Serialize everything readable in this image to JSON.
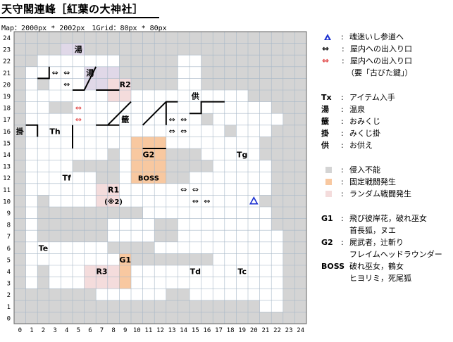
{
  "title": "天守閣連峰［紅葉の大神社］",
  "subtitle": "Map：2000px * 2002px　1Grid：80px * 80px",
  "grid": {
    "cols": 25,
    "rows": 25
  },
  "axis": {
    "y_labels": [
      "24",
      "23",
      "22",
      "21",
      "20",
      "19",
      "18",
      "17",
      "16",
      "15",
      "14",
      "13",
      "12",
      "11",
      "10",
      "9",
      "8",
      "7",
      "6",
      "5",
      "4",
      "3",
      "2",
      "1",
      "0"
    ],
    "x_labels": [
      "0",
      "1",
      "2",
      "3",
      "4",
      "5",
      "6",
      "7",
      "8",
      "9",
      "10",
      "11",
      "12",
      "13",
      "14",
      "15",
      "16",
      "17",
      "18",
      "19",
      "20",
      "21",
      "22",
      "23",
      "24"
    ]
  },
  "map_labels": [
    {
      "text": "湯",
      "col": 5,
      "row": 23
    },
    {
      "text": "湯",
      "col": 6,
      "row": 21
    },
    {
      "text": "R2",
      "col": 9,
      "row": 20
    },
    {
      "text": "供",
      "col": 15,
      "row": 19
    },
    {
      "text": "籤",
      "col": 9,
      "row": 17
    },
    {
      "text": "掛",
      "col": 0,
      "row": 16
    },
    {
      "text": "Th",
      "col": 3,
      "row": 16
    },
    {
      "text": "G2",
      "col": 11,
      "row": 14
    },
    {
      "text": "Tg",
      "col": 19,
      "row": 14
    },
    {
      "text": "Tf",
      "col": 4,
      "row": 12
    },
    {
      "text": "BOSS",
      "col": 11,
      "row": 12
    },
    {
      "text": "R1",
      "col": 8,
      "row": 11
    },
    {
      "text": "(※2)",
      "col": 8,
      "row": 10
    },
    {
      "text": "Te",
      "col": 2,
      "row": 6
    },
    {
      "text": "G1",
      "col": 9,
      "row": 5
    },
    {
      "text": "R3",
      "col": 7,
      "row": 4
    },
    {
      "text": "Td",
      "col": 15,
      "row": 4
    },
    {
      "text": "Tc",
      "col": 19,
      "row": 4
    }
  ],
  "map_marks": [
    {
      "type": "door-black",
      "col": 3,
      "row": 21
    },
    {
      "type": "door-black",
      "col": 4,
      "row": 21
    },
    {
      "type": "door-black",
      "col": 4,
      "row": 20
    },
    {
      "type": "door-red",
      "col": 5,
      "row": 18
    },
    {
      "type": "door-red",
      "col": 5,
      "row": 17
    },
    {
      "type": "door-black",
      "col": 13,
      "row": 17
    },
    {
      "type": "door-black",
      "col": 14,
      "row": 17
    },
    {
      "type": "door-black",
      "col": 13,
      "row": 16
    },
    {
      "type": "door-black",
      "col": 14,
      "row": 16
    },
    {
      "type": "door-black",
      "col": 14,
      "row": 11
    },
    {
      "type": "door-black",
      "col": 15,
      "row": 11
    },
    {
      "type": "door-black",
      "col": 15,
      "row": 10
    },
    {
      "type": "door-black",
      "col": 16,
      "row": 10
    },
    {
      "type": "start",
      "col": 20,
      "row": 10
    }
  ],
  "colors": {
    "blocked": "#d4d4d4",
    "fixed_battle": "#f8c8a0",
    "random_battle": "#f4dcdc",
    "grid": "#a8b8c8",
    "start": "#1a2fd0",
    "door_red": "#e04040",
    "hot_spring": "#e0d8e8"
  },
  "legend": {
    "start_label": "魂迷いし参道へ",
    "door_black_label": "屋内への出入り口",
    "door_red_label": "屋内への出入り口",
    "door_red_note": "（要「古びた鍵」）",
    "tx_symbol": "Tx",
    "tx_label": "アイテム入手",
    "yu_symbol": "湯",
    "yu_label": "温泉",
    "kuji_symbol": "籤",
    "kuji_label": "おみくじ",
    "kake_symbol": "掛",
    "kake_label": "みくじ掛",
    "sonae_symbol": "供",
    "sonae_label": "お供え",
    "blocked_label": "侵入不能",
    "fixed_label": "固定戦闘発生",
    "random_label": "ランダム戦闘発生",
    "g1_symbol": "G1",
    "g1_line1": "飛び彼岸花，破れ巫女",
    "g1_line2": "首長狐，ヌエ",
    "g2_symbol": "G2",
    "g2_line1": "屍武者，辻斬り",
    "g2_line2": "フレイムヘッドラウンダー",
    "boss_symbol": "BOSS",
    "boss_line1": "破れ巫女，鶴女",
    "boss_line2": "ヒヨリミ，死尾狐"
  }
}
